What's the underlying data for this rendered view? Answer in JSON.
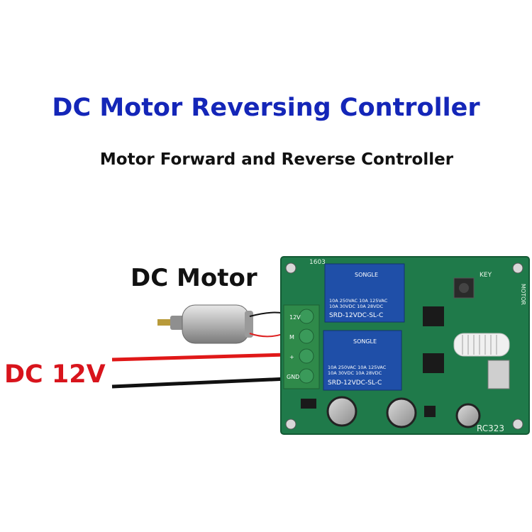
{
  "title": "DC Motor Reversing Controller",
  "subtitle": "Motor Forward and Reverse Controller",
  "label_motor": "DC Motor",
  "label_power": "DC 12V",
  "board": {
    "model_top": "1603",
    "model_bottom": "RC323",
    "key_label": "KEY",
    "motor_label": "MOTOR",
    "terminal_labels": [
      "12V",
      "M",
      "+",
      "GND"
    ],
    "relay": {
      "brand": "SONGLE",
      "rating_line1": "10A 250VAC  10A 125VAC",
      "rating_line2": "10A 30VDC   10A 28VDC",
      "model": "SRD-12VDC-SL-C"
    }
  },
  "colors": {
    "title": "#1426b8",
    "power_label": "#d8141c",
    "pcb": "#1f7a4a",
    "relay": "#1f4fa8",
    "wire_red": "#e01818",
    "wire_black": "#111111"
  }
}
